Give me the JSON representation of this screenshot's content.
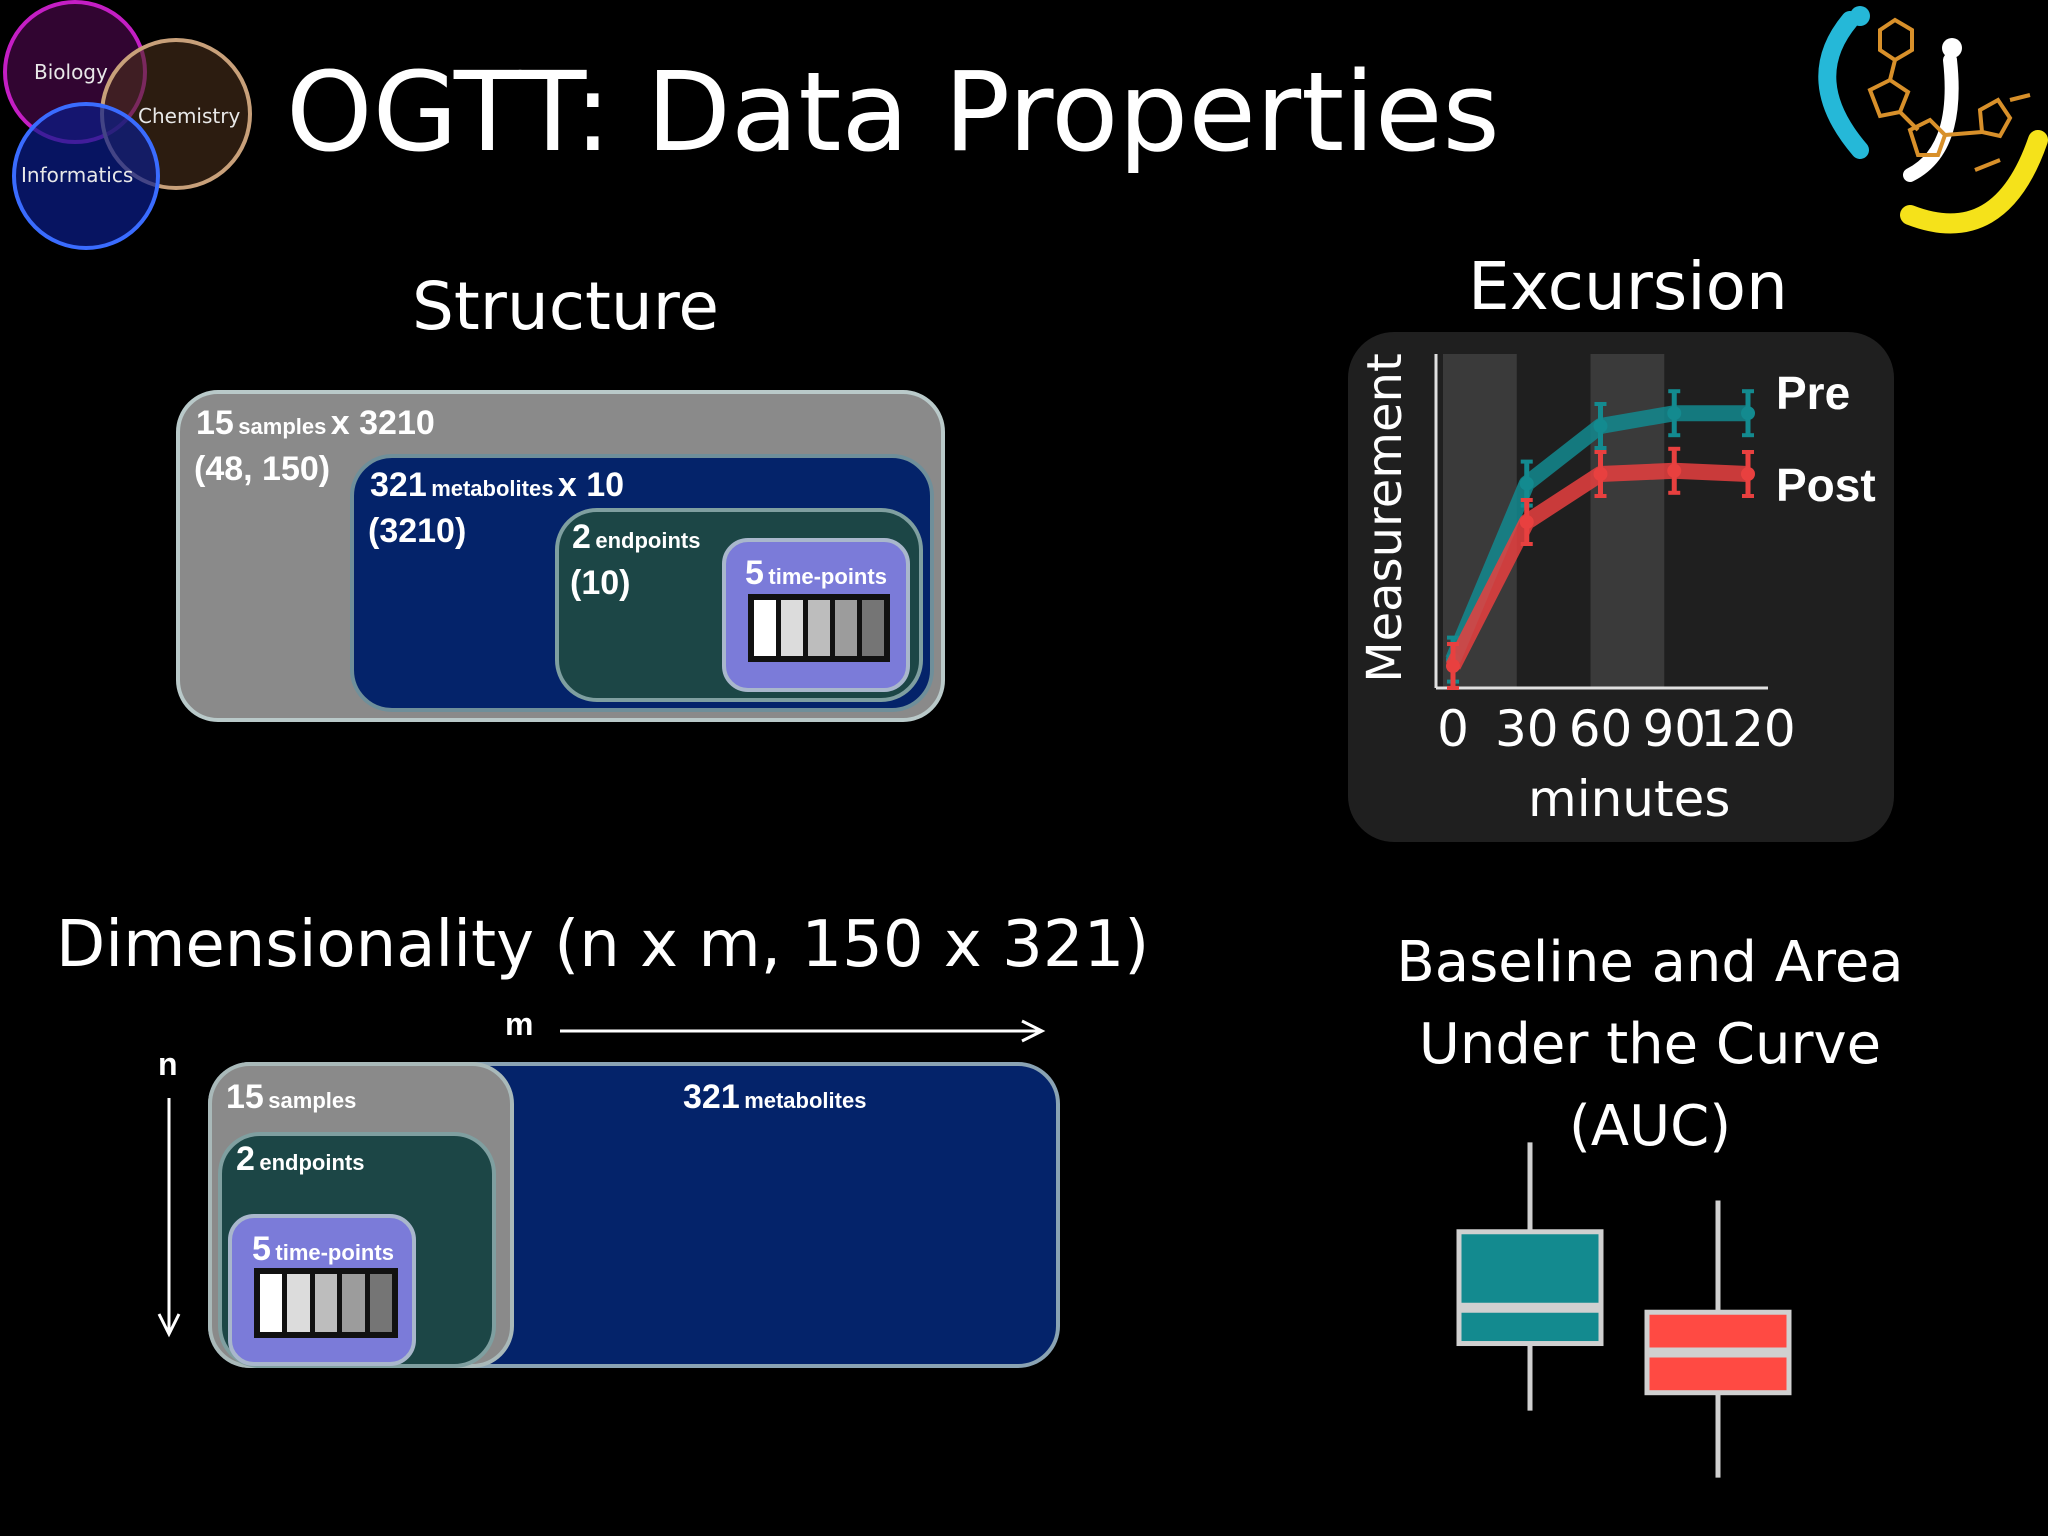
{
  "logo_venn": {
    "circles": [
      "Biology",
      "Chemistry",
      "Informatics"
    ]
  },
  "title": "OGTT: Data Properties",
  "structure": {
    "title": "Structure",
    "outer": {
      "count": "15",
      "unit": "samples",
      "mult": "x 3210",
      "dims": "(48, 150)"
    },
    "metabolites": {
      "count": "321",
      "unit": "metabolites",
      "mult": "x 10",
      "dims": "(3210)"
    },
    "endpoints": {
      "count": "2",
      "unit": "endpoints",
      "dims": "(10)"
    },
    "timepoints": {
      "count": "5",
      "unit": "time-points"
    }
  },
  "excursion": {
    "title": "Excursion"
  },
  "chart_data": [
    {
      "type": "line",
      "ylabel": "Measurement",
      "xlabel": "minutes",
      "x": [
        0,
        30,
        60,
        90,
        120
      ],
      "x_tick_labels": [
        "0",
        "30",
        "60",
        "90",
        "120"
      ],
      "shaded_bands": [
        [
          0,
          30
        ],
        [
          60,
          90
        ]
      ],
      "series": [
        {
          "name": "Pre",
          "values": [
            0.07,
            0.62,
            0.8,
            0.84,
            0.84
          ],
          "color": "#138a8f"
        },
        {
          "name": "Post",
          "values": [
            0.05,
            0.5,
            0.65,
            0.66,
            0.65
          ],
          "color": "#e8403f"
        }
      ],
      "ylim": [
        0,
        1
      ]
    },
    {
      "type": "box",
      "series": [
        {
          "name": "",
          "color": "#138a8f",
          "whisker_low": 0.2,
          "q1": 0.35,
          "median": 0.43,
          "q3": 0.6,
          "whisker_high": 0.8
        },
        {
          "name": "",
          "color": "#ff4a43",
          "whisker_low": 0.05,
          "q1": 0.24,
          "median": 0.33,
          "q3": 0.42,
          "whisker_high": 0.67
        }
      ]
    }
  ],
  "dimensionality": {
    "title": "Dimensionality (n x m, 150 x 321)",
    "m_label": "m",
    "n_label": "n",
    "samples": {
      "count": "15",
      "unit": "samples"
    },
    "endpoints": {
      "count": "2",
      "unit": "endpoints"
    },
    "timepoints": {
      "count": "5",
      "unit": "time-points"
    },
    "metabolites": {
      "count": "321",
      "unit": "metabolites"
    }
  },
  "auc": {
    "title_lines": [
      "Baseline and Area",
      "Under the Curve",
      "(AUC)"
    ]
  },
  "colors": {
    "background": "#000000",
    "gray_box": "#8a8a8a",
    "navy_box": "#04236a",
    "teal_dark_box": "#1c4646",
    "lavender_box": "#7b7bd9",
    "pre": "#138a8f",
    "post": "#e8403f"
  },
  "brand_logo_icon": "molecule-swirl-logo"
}
